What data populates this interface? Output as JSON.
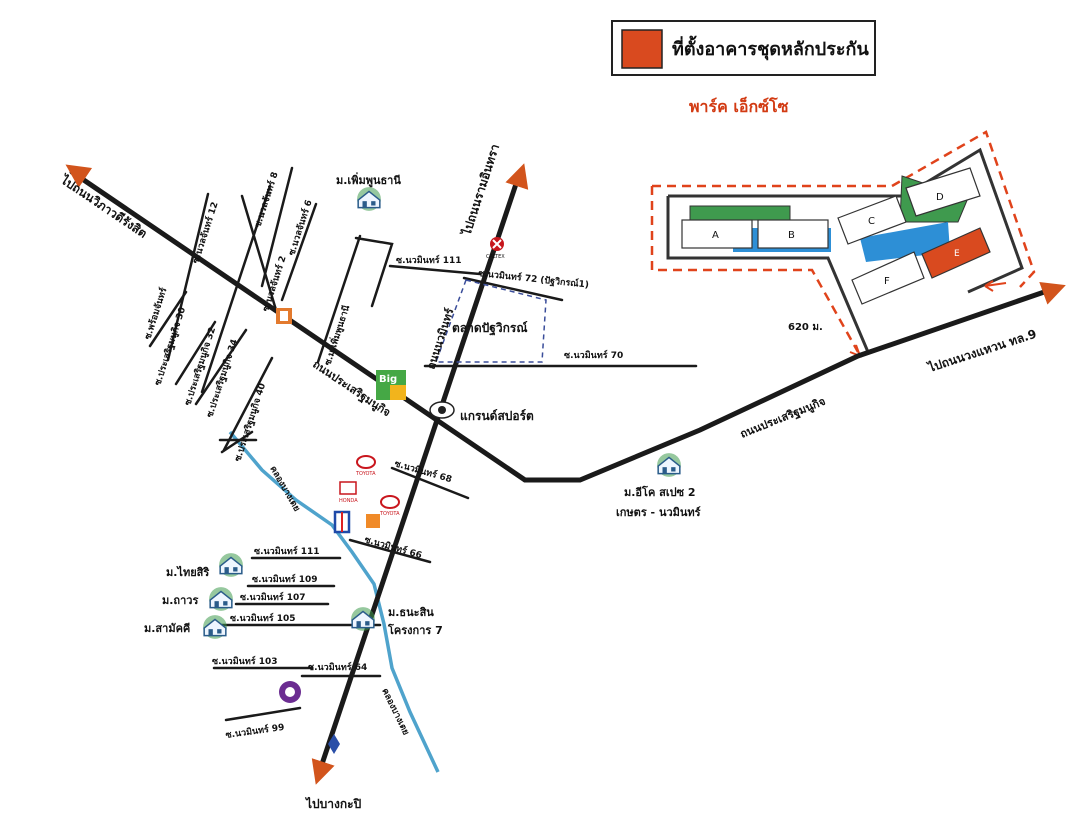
{
  "legend": {
    "label": "ที่ตั้งอาคารชุดหลักประกัน",
    "swatch_color": "#d94a1f"
  },
  "site": {
    "title": "พาร์ค เอ็กซ์โซ",
    "buildings": [
      "A",
      "B",
      "C",
      "D",
      "E",
      "F"
    ],
    "distance": "620 ม."
  },
  "colors": {
    "site_title": "#d23a12",
    "dashed": "#e0431b",
    "canal": "#4fa3cc",
    "green": "#3f9a4e",
    "blue": "#2d8fd6",
    "arrow": "#d2541c"
  },
  "destinations": {
    "rangsit": "ไปถนนวิภาวดีรังสิต",
    "ramintra": "ไปถนนรามอินทรา",
    "ring9": "ไปถนนวงแหวน ทล.9",
    "bangkapi": "ไปบางกะปิ"
  },
  "roads": {
    "nawamin": "ถนนนวมินทร์",
    "prasert_upper": "ถนนประเสริฐมนูกิจ",
    "prasert_lower": "ถนนประเสริฐมนูกิจ"
  },
  "sois": {
    "nl12": "ซ.นวลจันทร์ 12",
    "nl8": "ซ.นวลจันทร์ 8",
    "nl6": "ซ.นวลจันทร์ 6",
    "nl2": "ซ.นวลจันทร์ 2",
    "ph_nl": "ซ.พร้อมจันทร์",
    "pm30": "ซ.ประเสริฐมนูกิจ 30",
    "pm32": "ซ.ประเสริฐมนูกิจ 32",
    "pm34": "ซ.ประเสริฐมนูกิจ 34",
    "pm40": "ซ.ประเสริฐมนูกิจ 40",
    "phoem": "ซ.ม.เพิ่มพูนธานี",
    "nw111_top": "ซ.นวมินทร์ 111",
    "nw72": "ซ.นวมินทร์ 72 (ปัฐวิกรณ์1)",
    "nw70": "ซ.นวมินทร์ 70",
    "nw68": "ซ.นวมินทร์ 68",
    "nw66": "ซ.นวมินทร์ 66",
    "nw111": "ซ.นวมินทร์ 111",
    "nw109": "ซ.นวมินทร์ 109",
    "nw107": "ซ.นวมินทร์ 107",
    "nw105": "ซ.นวมินทร์ 105",
    "nw103": "ซ.นวมินทร์ 103",
    "nw64": "ซ.นวมินทร์ 64",
    "nw99": "ซ.นวมินทร์ 99"
  },
  "places": {
    "phoemphun": "ม.เพิ่มพูนธานี",
    "market": "ตลาดปัฐวิกรณ์",
    "grandsport": "แกรนด์สปอร์ต",
    "ecospace1": "ม.อีโค สเปซ 2",
    "ecospace2": "เกษตร - นวมินทร์",
    "thaisiri": "ม.ไทยสิริ",
    "thavorn": "ม.ถาวร",
    "samakkhi": "ม.สามัคคี",
    "thanasin1": "ม.ธนะสิน",
    "thanasin2": "โครงการ 7"
  },
  "canal": {
    "upper": "คลองบางเตย",
    "lower": "คลองบางเตย"
  },
  "brands": {
    "big": "Big",
    "caltex": "CALTEX",
    "toyota": "TOYOTA",
    "honda": "HONDA"
  }
}
